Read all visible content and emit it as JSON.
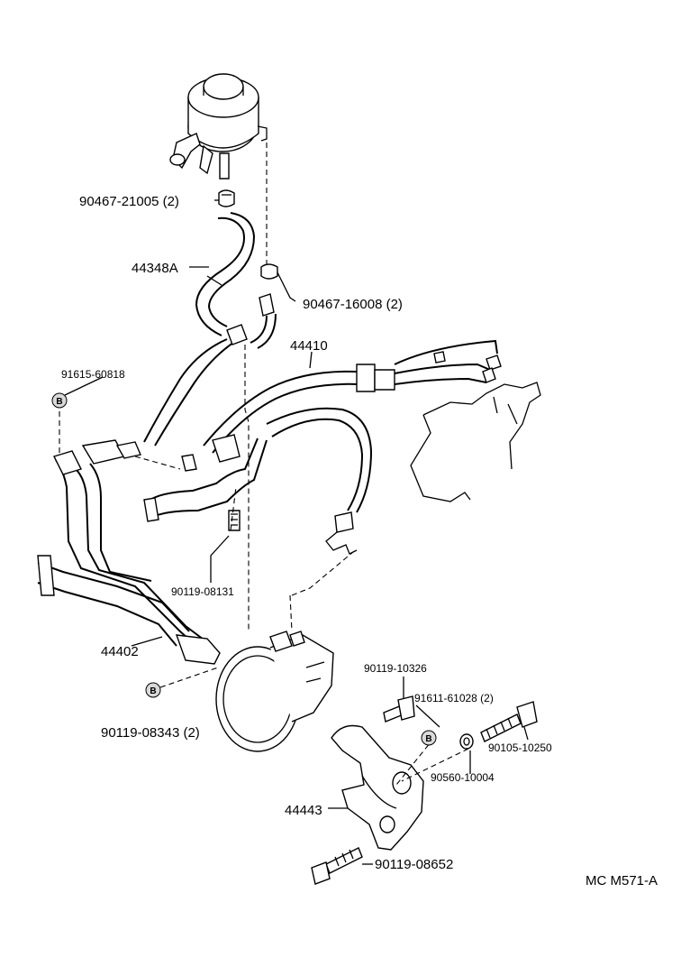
{
  "labels": {
    "p90467_21005": "90467-21005 (2)",
    "p44348A": "44348A",
    "p90467_16008": "90467-16008 (2)",
    "p44410": "44410",
    "p91615_60818": "91615-60818",
    "p90119_08131": "90119-08131",
    "p44402": "44402",
    "p90119_08343": "90119-08343 (2)",
    "p90119_10326": "90119-10326",
    "p91611_61028": "91611-61028 (2)",
    "p90105_10250": "90105-10250",
    "p90560_10004": "90560-10004",
    "p44443": "44443",
    "p90119_08652": "90119-08652",
    "diagram_code": "MC M571-A"
  },
  "badges": {
    "b1": "B",
    "b2": "B",
    "b3": "B"
  }
}
